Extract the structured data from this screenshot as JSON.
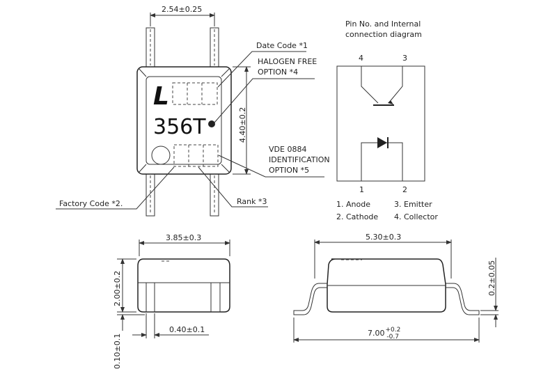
{
  "top_view": {
    "pitch_dim": "2.54±0.25",
    "height_dim": "4.40±0.2",
    "marking_logo": "L",
    "marking_part": "356T",
    "callouts": {
      "date_code": "Date Code *1",
      "halogen_line1": "HALOGEN FREE",
      "halogen_line2": "OPTION *4",
      "vde_line1": "VDE 0884",
      "vde_line2": "IDENTIFICATION",
      "vde_line3": "OPTION *5",
      "rank": "Rank *3",
      "factory_code": "Factory Code *2."
    }
  },
  "pin_diagram": {
    "title_line1": "Pin No. and Internal",
    "title_line2": "connection diagram",
    "pin4": "4",
    "pin3": "3",
    "pin1": "1",
    "pin2": "2",
    "legend": [
      "1. Anode",
      "3. Emitter",
      "2. Cathode",
      "4. Collector"
    ]
  },
  "side_view_left": {
    "width_dim": "3.85±0.3",
    "height_dim": "2.00±0.2",
    "standoff_dim": "0.10±0.1",
    "lead_dim": "0.40±0.1"
  },
  "side_view_right": {
    "body_dim": "5.30±0.3",
    "total_dim_base": "7.00",
    "total_dim_plus": "+0.2",
    "total_dim_minus": "-0.7",
    "lead_thickness_dim": "0.2±0.05"
  }
}
